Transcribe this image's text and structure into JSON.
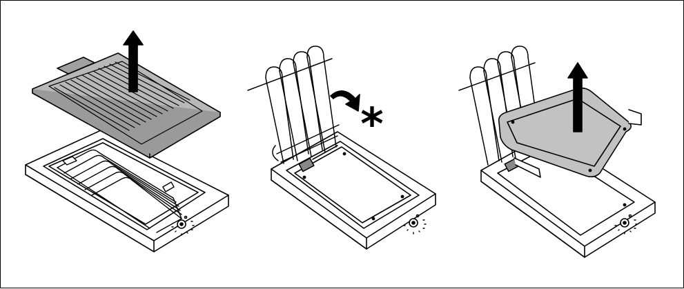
{
  "diagram": {
    "steps": [
      {
        "id": "step-1",
        "action": "lift-grill-plate-up"
      },
      {
        "id": "step-2",
        "action": "swing-heating-element-up"
      },
      {
        "id": "step-3",
        "action": "lift-drip-tray-out"
      }
    ],
    "note_marker": "*",
    "colors": {
      "line": "#000000",
      "plate_fill": "#b8b8b8",
      "tray_fill": "#c2c2c2",
      "background": "#ffffff"
    }
  }
}
